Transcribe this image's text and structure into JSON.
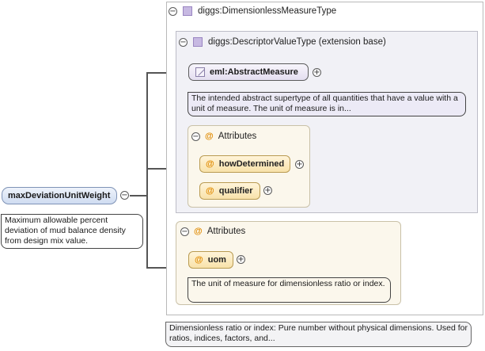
{
  "root_element": {
    "name": "maxDeviationUnitWeight",
    "documentation": "Maximum allowable percent deviation of mud balance density from design mix value."
  },
  "outer_type": {
    "name": "diggs:DimensionlessMeasureType",
    "documentation": "Dimensionless ratio or index: Pure number without physical dimensions. Used for ratios, indices, factors, and..."
  },
  "inner_type": {
    "name": "diggs:DescriptorValueType (extension base)"
  },
  "abstract_element": {
    "name": "eml:AbstractMeasure",
    "documentation": "The intended abstract supertype of all quantities that have a value with a unit of measure. The unit of measure is in..."
  },
  "inner_attributes": {
    "title": "Attributes",
    "items": [
      {
        "name": "howDetermined"
      },
      {
        "name": "qualifier"
      }
    ]
  },
  "outer_attributes": {
    "title": "Attributes",
    "items": [
      {
        "name": "uom",
        "documentation": "The unit of measure for dimensionless ratio or index."
      }
    ]
  },
  "glyphs": {
    "collapse": "−",
    "expand": "+",
    "attribute_marker": "@"
  }
}
